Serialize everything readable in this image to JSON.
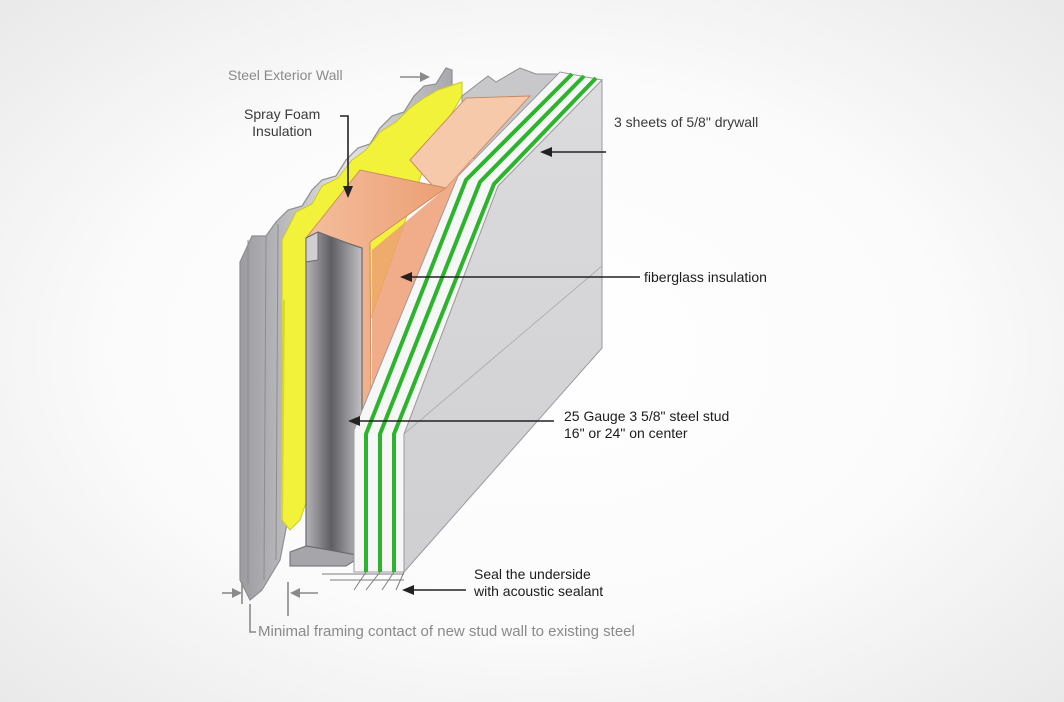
{
  "labels": {
    "steel_exterior_wall": "Steel Exterior Wall",
    "spray_foam_line1": "Spray Foam",
    "spray_foam_line2": "Insulation",
    "drywall": "3 sheets of 5/8\" drywall",
    "fiberglass": "fiberglass insulation",
    "stud_line1": "25 Gauge 3 5/8\" steel stud",
    "stud_line2": "16\" or 24\" on center",
    "seal_line1": "Seal the underside",
    "seal_line2": "with acoustic sealant",
    "minimal_contact": "Minimal framing contact of new stud wall to existing steel"
  },
  "colors": {
    "spray_foam": "#f2f23a",
    "fiberglass": "#f0a57e",
    "drywall_face": "#d7d7d9",
    "drywall_stripe": "#2cb52c",
    "steel": "#b9b9bc",
    "stud": "#8e8e92",
    "leader": "#222222"
  }
}
